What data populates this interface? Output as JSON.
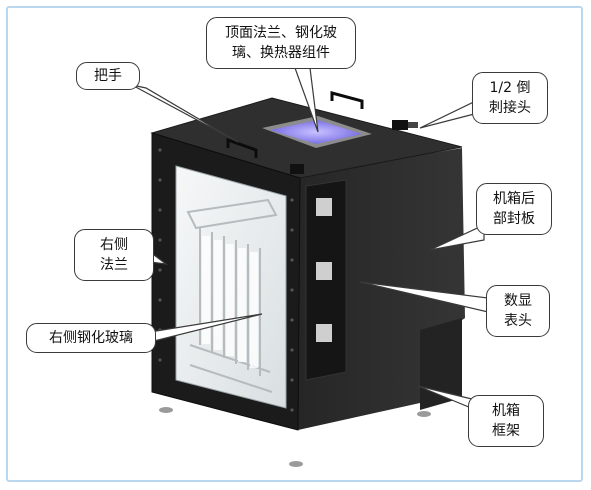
{
  "colors": {
    "cabinet_front": "#1b1b1b",
    "cabinet_side": "#2a2a2a",
    "cabinet_top": "#303030",
    "glass": "#e9eef0",
    "window_glow": "#9a8cff",
    "frame_border": "#b9d7ef"
  },
  "labels": {
    "top_flange": {
      "line1": "顶面法兰、钢化玻",
      "line2": "璃、换热器组件"
    },
    "handle": {
      "line1": "把手"
    },
    "joint": {
      "line1": "1/2 倒",
      "line2": "刺接头"
    },
    "rear_plate": {
      "line1": "机箱后",
      "line2": "部封板"
    },
    "right_flange": {
      "line1": "右侧",
      "line2": "法兰"
    },
    "display": {
      "line1": "数显",
      "line2": "表头"
    },
    "glass": {
      "line1": "右侧钢化玻璃"
    },
    "frame": {
      "line1": "机箱",
      "line2": "框架"
    }
  }
}
